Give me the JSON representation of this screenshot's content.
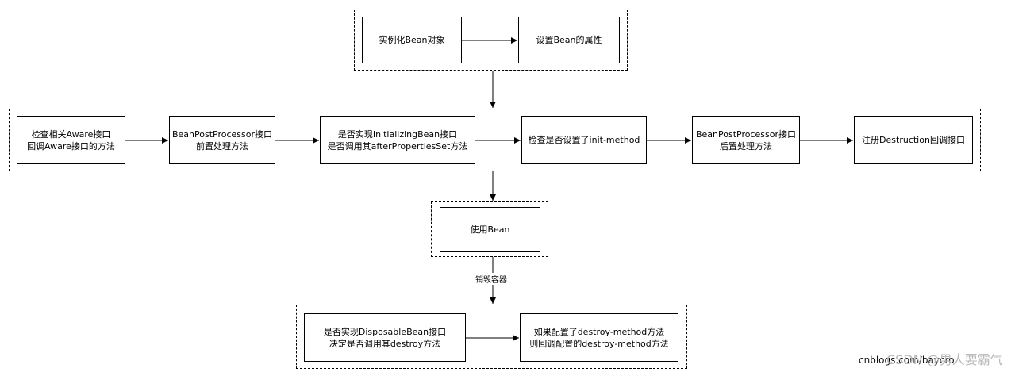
{
  "group1": {
    "instantiate": "实例化Bean对象",
    "set_props": "设置Bean的属性"
  },
  "group2": {
    "aware_l1": "检查相关Aware接口",
    "aware_l2": "回调Aware接口的方法",
    "bpp_before_l1": "BeanPostProcessor接口",
    "bpp_before_l2": "前置处理方法",
    "init_bean_l1": "是否实现InitializingBean接口",
    "init_bean_l2": "是否调用其afterPropertiesSet方法",
    "init_method": "检查是否设置了init-method",
    "bpp_after_l1": "BeanPostProcessor接口",
    "bpp_after_l2": "后置处理方法",
    "destruction_cb": "注册Destruction回调接口"
  },
  "group3": {
    "use_bean": "使用Bean"
  },
  "edge_label_destroy": "销毁容器",
  "group4": {
    "disposable_l1": "是否实现DisposableBean接口",
    "disposable_l2": "决定是否调用其destroy方法",
    "destroy_method_l1": "如果配置了destroy-method方法",
    "destroy_method_l2": "则回调配置的destroy-method方法"
  },
  "watermark": {
    "site": "cnblogs.com/baycro",
    "csdn": "CSDN @男人要霸气"
  }
}
